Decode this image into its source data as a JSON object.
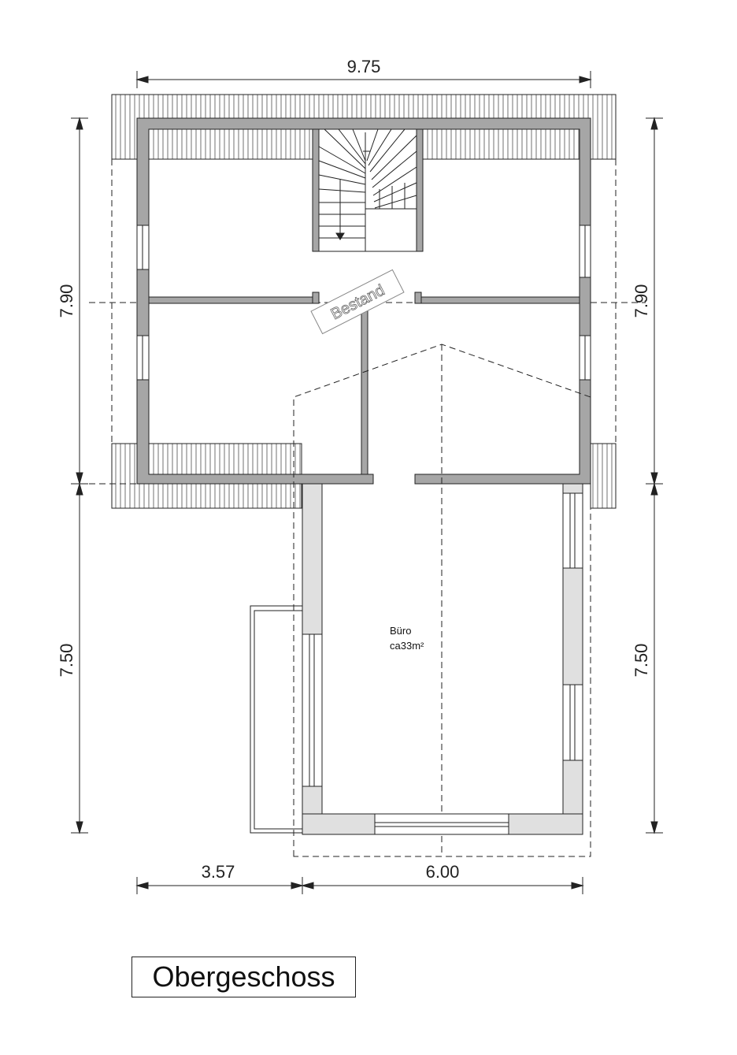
{
  "dimensions": {
    "top_width": "9.75",
    "left_upper": "7.90",
    "left_lower": "7.50",
    "right_upper": "7.90",
    "right_lower": "7.50",
    "bottom_left": "3.57",
    "bottom_right": "6.00"
  },
  "stamp": "Bestand",
  "room": {
    "name": "Büro",
    "area": "ca33m²"
  },
  "title": "Obergeschoss",
  "colors": {
    "wall_existing": "#a6a6a6",
    "wall_new": "#e0e0e0",
    "line": "#222222"
  }
}
